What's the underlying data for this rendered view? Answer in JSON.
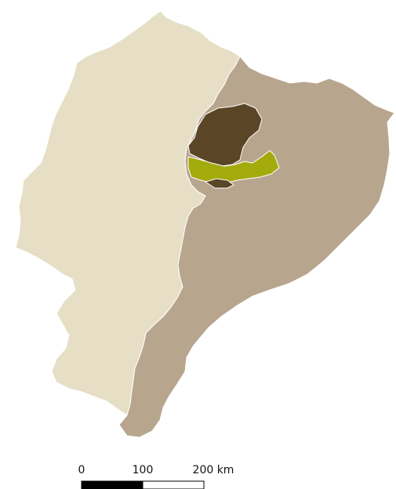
{
  "colors": {
    "coast_region": "#e6dfc6",
    "amazon_region": "#b8a58e",
    "dark_province": "#5a4626",
    "highlight_province": "#a3aa0c",
    "border": "#ffffff",
    "scale_fill": "#000000",
    "scale_text": "#111111"
  },
  "scale_bar": {
    "labels": [
      "0",
      "100",
      "200 km"
    ]
  }
}
